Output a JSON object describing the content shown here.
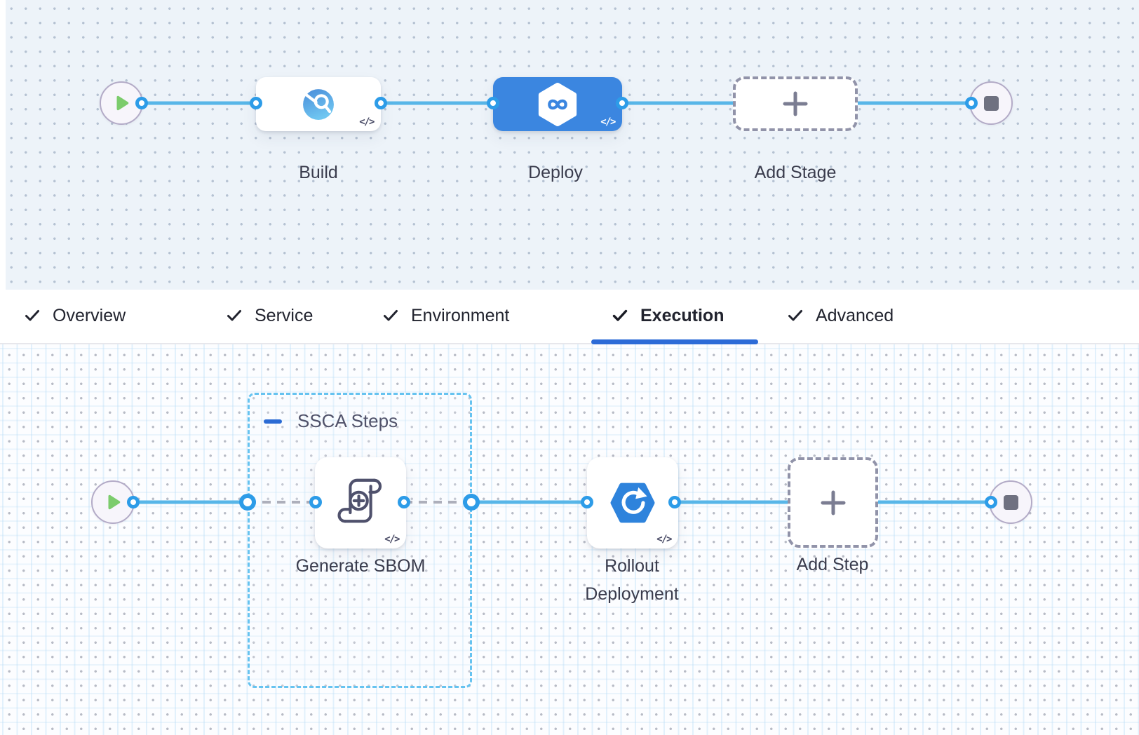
{
  "stage_graph": {
    "nodes": [
      {
        "label": "Build",
        "kind": "ci-build-stage",
        "code_badge": "</>"
      },
      {
        "label": "Deploy",
        "kind": "cd-deploy-stage",
        "code_badge": "</>",
        "selected": true
      },
      {
        "label": "Add Stage",
        "kind": "add-stage"
      }
    ]
  },
  "tabs": {
    "items": [
      {
        "label": "Overview",
        "checked": true,
        "active": false
      },
      {
        "label": "Service",
        "checked": true,
        "active": false
      },
      {
        "label": "Environment",
        "checked": true,
        "active": false
      },
      {
        "label": "Execution",
        "checked": true,
        "active": true
      },
      {
        "label": "Advanced",
        "checked": true,
        "active": false
      }
    ]
  },
  "execution_graph": {
    "group": {
      "label": "SSCA Steps",
      "collapse_icon": "minus-icon"
    },
    "nodes": [
      {
        "label": "Generate SBOM",
        "kind": "sbom-scroll-step",
        "code_badge": "</>"
      },
      {
        "label": "Rollout Deployment",
        "kind": "rollout-step",
        "code_badge": "</>"
      },
      {
        "label": "Add Step",
        "kind": "add-step"
      }
    ]
  },
  "icons": {
    "start": "play-icon",
    "end": "stop-square-icon",
    "build": "ci-circle-magnifier-icon",
    "deploy": "harness-hexagon-infinity-icon",
    "sbom": "scroll-plus-icon",
    "rollout": "hexagon-cycle-arrow-icon",
    "add": "plus-icon",
    "tab_check": "check-icon",
    "code": "code-brackets-icon"
  },
  "colors": {
    "connector": "#58b6e8",
    "port_border": "#2d9ce8",
    "selected_stage_bg": "#3b86e0",
    "tab_underline": "#2c6bd7",
    "group_border": "#66c3f0",
    "canvas_top_bg": "#edf3f9",
    "canvas_bottom_bg": "#fcfdff",
    "play_green": "#7ccc6c",
    "terminal_border": "#b3abc7",
    "dashed_add_border": "#9193a9"
  }
}
